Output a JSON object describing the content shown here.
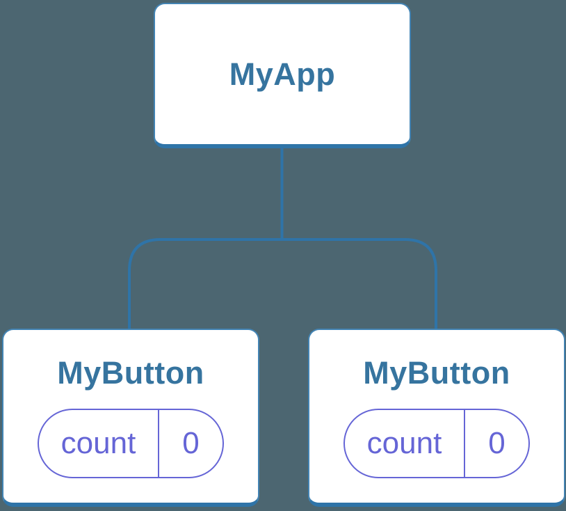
{
  "diagram": {
    "root": {
      "label": "MyApp"
    },
    "children": [
      {
        "label": "MyButton",
        "state": {
          "name": "count",
          "value": "0"
        }
      },
      {
        "label": "MyButton",
        "state": {
          "name": "count",
          "value": "0"
        }
      }
    ]
  },
  "colors": {
    "background": "#4c6671",
    "card_bg": "#ffffff",
    "node_blue": "#36749f",
    "card_border": "#4384b4",
    "line_blue": "#2f74a8",
    "state_indigo": "#6565d6"
  }
}
